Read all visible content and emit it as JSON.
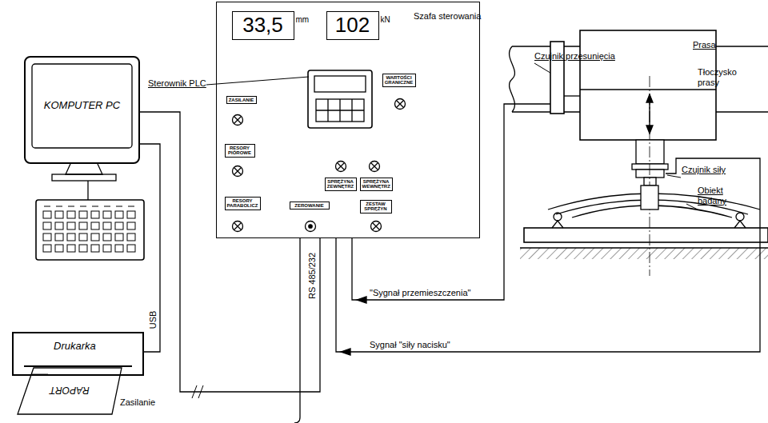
{
  "diagram": {
    "nodes": [
      {
        "text": [
          "Szafa sterowania"
        ]
      },
      {
        "text": [
          "33,5",
          "mm"
        ],
        "in": 0
      },
      {
        "text": [
          "102",
          "kN"
        ],
        "in": 0
      },
      {
        "text": [
          "ZASILANIE"
        ],
        "in": 0
      },
      {
        "text": [
          "WARTOŚCI GRANICZNE"
        ],
        "in": 0
      },
      {
        "text": [
          "RESORY PIÓROWE"
        ],
        "in": 0
      },
      {
        "text": [
          "SPRĘŻYNA ZEWNĘTRZ"
        ],
        "in": 0
      },
      {
        "text": [
          "SPRĘŻYNA WEWNĘTRZ"
        ],
        "in": 0
      },
      {
        "text": [
          "RESORY PARABOLICZ"
        ],
        "in": 0
      },
      {
        "text": [
          "ZEROWANIE"
        ],
        "in": 0
      },
      {
        "text": [
          "ZESTAW SPRĘŻYN"
        ],
        "in": 0
      },
      {
        "text": [
          "KOMPUTER PC"
        ]
      },
      {
        "text": [
          "Drukarka"
        ]
      }
    ],
    "edges": [
      {
        "from": 0,
        "to": 11,
        "label": "RS 485/232",
        "arrow": "none"
      },
      {
        "from": 11,
        "to": 12,
        "label": "USB",
        "arrow": "none"
      }
    ],
    "labels": [
      "Sterownik PLC",
      "Prasa",
      "Czujnik przesunięcia",
      "Tłoczysko prasy",
      "Czujnik siły",
      "Obiekt badany",
      "\"Sygnał przemieszczenia\"",
      "Sygnał \"siły nacisku\"",
      "Zasilanie",
      "RAPORT"
    ]
  }
}
